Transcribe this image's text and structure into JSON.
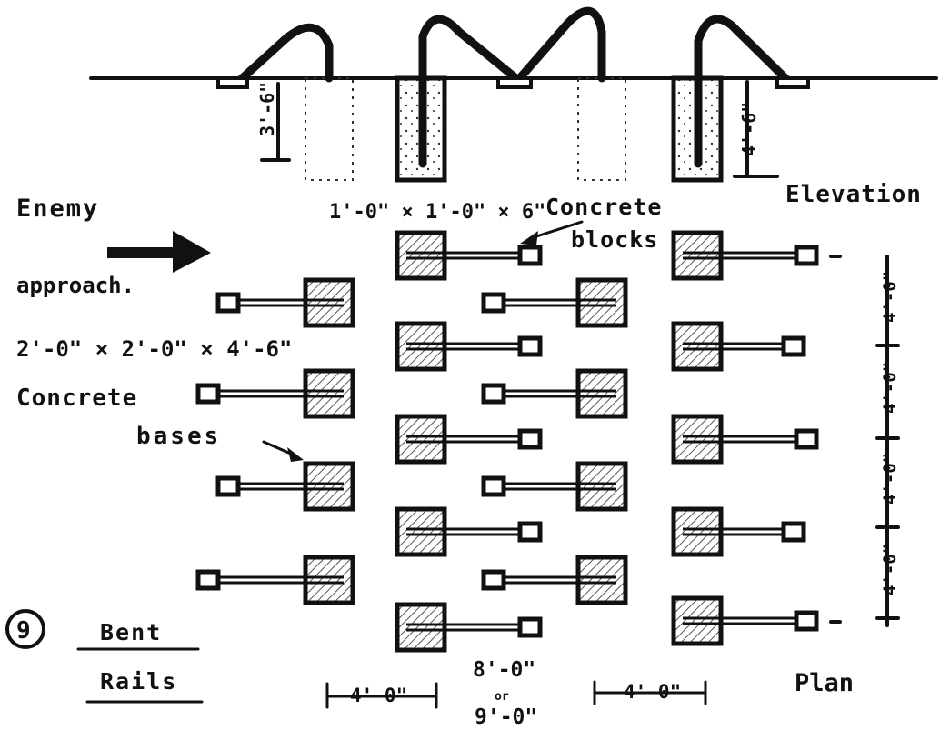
{
  "figure": {
    "number": "9",
    "caption_line1": "Bent",
    "caption_line2": "Rails"
  },
  "labels": {
    "enemy": "Enemy",
    "approach": "approach.",
    "elevation": "Elevation",
    "plan": "Plan",
    "block_size": "1'-0\" × 1'-0\" × 6\"",
    "concrete_1": "Concrete",
    "blocks": "blocks",
    "base_size": "2'-0\" × 2'-0\" × 4'-6\"",
    "concrete_2": "Concrete",
    "bases": "bases"
  },
  "dimensions": {
    "depth_left": "3'-6\"",
    "depth_right": "4'-6\"",
    "spacing_vertical": [
      "4'-0\"",
      "4'-0\"",
      "4'-0\"",
      "4'-0\""
    ],
    "col_spacing_left": "4'-0\"",
    "col_spacing_middle_top": "8'-0\"",
    "col_spacing_middle_or": "or",
    "col_spacing_middle_bottom": "9'-0\"",
    "col_spacing_right": "4'-0\""
  },
  "icons": {
    "arrow": "right-arrow-icon",
    "leader": "leader-arrow-icon"
  }
}
